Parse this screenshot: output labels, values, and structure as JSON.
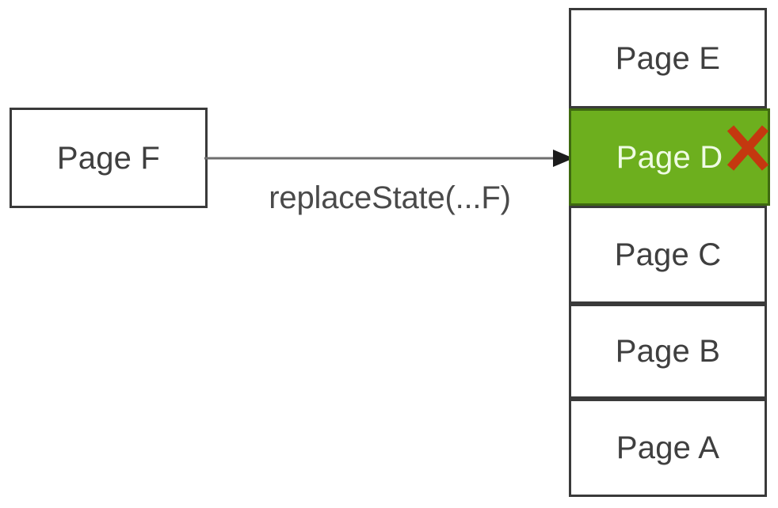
{
  "diagram": {
    "title": "History stack replaceState diagram",
    "source_box": {
      "label": "Page F"
    },
    "transition": {
      "label": "replaceState(...F)",
      "arrow_icon": "arrow-right-icon"
    },
    "history_stack": {
      "entries": [
        {
          "label": "Page E",
          "state": "normal"
        },
        {
          "label": "Page D",
          "state": "replaced"
        },
        {
          "label": "Page C",
          "state": "normal"
        },
        {
          "label": "Page B",
          "state": "normal"
        },
        {
          "label": "Page A",
          "state": "normal"
        }
      ],
      "delete_marker_icon": "red-x-icon"
    },
    "colors": {
      "highlight_fill": "#6DAF1E",
      "highlight_text": "#EFFBE4",
      "highlight_border": "#3F6A10",
      "delete_marker": "#C4380F",
      "box_border": "#3A3A3A",
      "box_fill": "#FFFFFF",
      "text": "#3F3F3F",
      "label_text": "#4A4A4A",
      "arrow": "#6E6E6E",
      "background": "#FFFFFF"
    }
  }
}
